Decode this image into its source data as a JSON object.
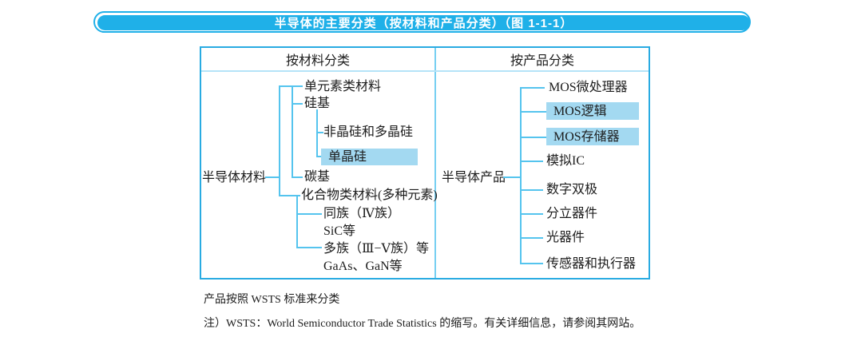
{
  "colors": {
    "accent": "#1FB0E8",
    "border": "#29ABE2",
    "line": "#55C4EE",
    "divider": "#76CFF2",
    "header-underline": "#B5E3F8",
    "highlight": "#A3D9F1",
    "text": "#1C1C1C"
  },
  "title": "半导体的主要分类（按材料和产品分类）（图 1-1-1）",
  "table": {
    "material_header": "按材料分类",
    "product_header": "按产品分类",
    "material_root": "半导体材料",
    "product_root": "半导体产品",
    "material_items": [
      {
        "label": "单元素类材料",
        "highlighted": false
      },
      {
        "label": "硅基",
        "highlighted": false
      },
      {
        "label": "非晶硅和多晶硅",
        "highlighted": false
      },
      {
        "label": "单晶硅",
        "highlighted": true
      },
      {
        "label": "碳基",
        "highlighted": false
      },
      {
        "label": "化合物类材料(多种元素)",
        "highlighted": false
      },
      {
        "label": "同族（Ⅳ族）",
        "highlighted": false
      },
      {
        "label": "SiC等",
        "highlighted": false
      },
      {
        "label": "多族（Ⅲ−Ⅴ族）等",
        "highlighted": false
      },
      {
        "label": "GaAs、GaN等",
        "highlighted": false
      }
    ],
    "product_items": [
      {
        "label": "MOS微处理器",
        "highlighted": false
      },
      {
        "label": "MOS逻辑",
        "highlighted": true
      },
      {
        "label": "MOS存储器",
        "highlighted": true
      },
      {
        "label": "模拟IC",
        "highlighted": false
      },
      {
        "label": "数字双极",
        "highlighted": false
      },
      {
        "label": "分立器件",
        "highlighted": false
      },
      {
        "label": "光器件",
        "highlighted": false
      },
      {
        "label": "传感器和执行器",
        "highlighted": false
      }
    ]
  },
  "notes": {
    "line1": "产品按照 WSTS 标准来分类",
    "line2": "注）WSTS：World Semiconductor Trade Statistics 的缩写。有关详细信息，请参阅其网站。"
  }
}
